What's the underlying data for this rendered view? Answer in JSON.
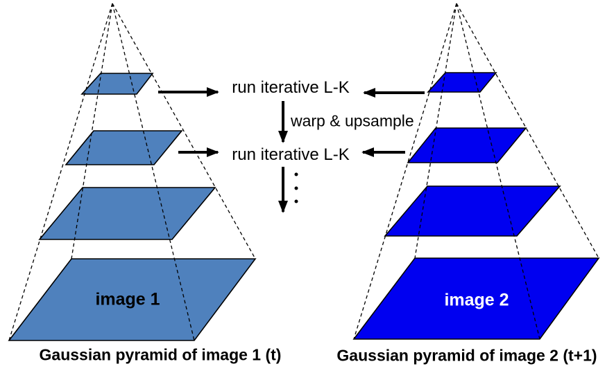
{
  "diagram": {
    "center": {
      "run_lk_top": "run iterative L-K",
      "warp_label": "warp & upsample",
      "run_lk_bottom": "run iterative L-K"
    },
    "left_pyramid": {
      "label": "image 1",
      "caption": "Gaussian pyramid of image 1 (t)"
    },
    "right_pyramid": {
      "label": "image 2",
      "caption": "Gaussian pyramid of image 2 (t+1)"
    }
  },
  "colors": {
    "left_fill": "#4f81bd",
    "right_fill": "#0000f0",
    "outline": "#000000",
    "line": "#000000",
    "text": "#000000",
    "image2_text": "#ffffff",
    "background": "#ffffff"
  }
}
